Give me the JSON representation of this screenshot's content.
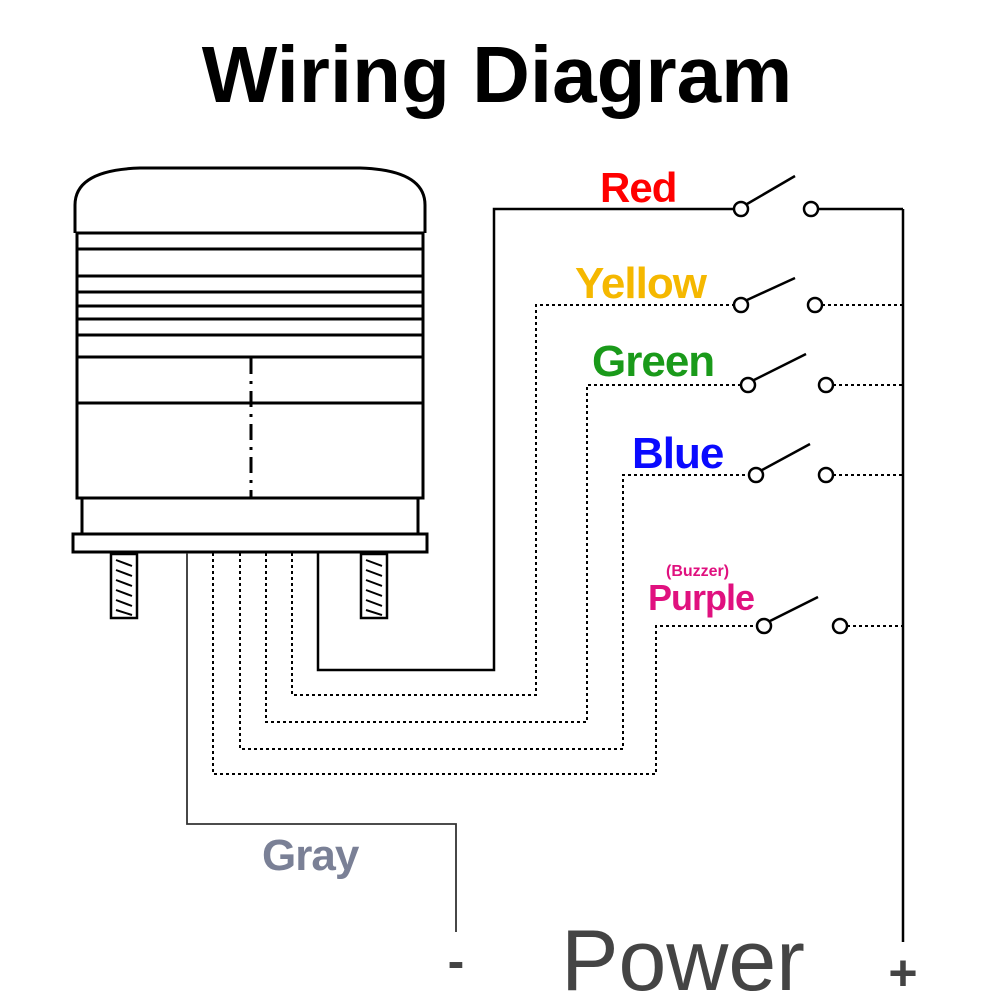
{
  "title": "Wiring Diagram",
  "wires": {
    "red": {
      "label": "Red",
      "color": "#ff0000"
    },
    "yellow": {
      "label": "Yellow",
      "color": "#f5b800"
    },
    "green": {
      "label": "Green",
      "color": "#1a9a1a"
    },
    "blue": {
      "label": "Blue",
      "color": "#0a0aff"
    },
    "purple": {
      "label": "Purple",
      "note": "(Buzzer)",
      "color": "#e0117f"
    },
    "gray": {
      "label": "Gray",
      "color": "#7a8096"
    }
  },
  "power": {
    "label": "Power",
    "negative": "-",
    "positive": "+",
    "color": "#444444"
  }
}
